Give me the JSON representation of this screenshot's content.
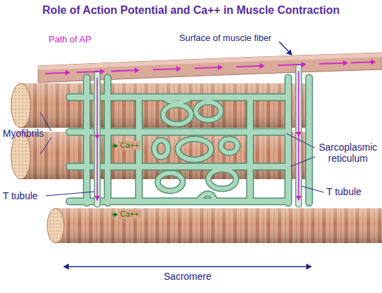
{
  "diagram": {
    "title": "Role of Action Potential and Ca++ in Muscle Contraction",
    "labels": [
      "Path of AP",
      "Surface of muscle fiber",
      "Myofibrils",
      "Ca++",
      "Sarcoplasmic reticulum",
      "T tubule",
      "Ca++",
      "T tubule",
      "Sacromere"
    ]
  }
}
